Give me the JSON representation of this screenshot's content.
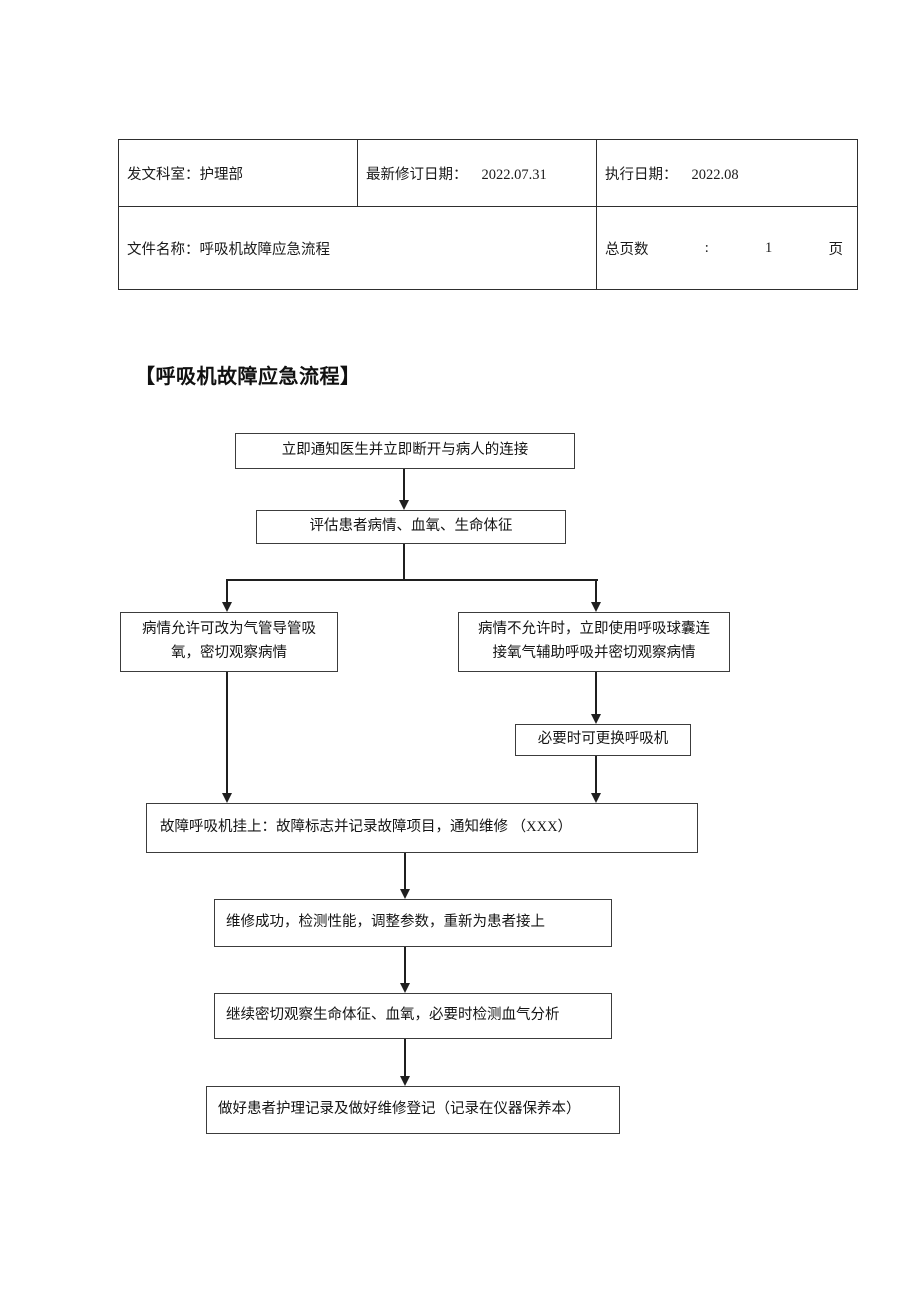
{
  "colors": {
    "background": "#ffffff",
    "ink": "#1a1a1a",
    "box_border": "#3c3c3c"
  },
  "header_table": {
    "issuing_dept_label": "发文科室：",
    "issuing_dept_value": "护理部",
    "revision_date_label": "最新修订日期：",
    "revision_date_value": "2022.07.31",
    "effective_date_label": "执行日期：",
    "effective_date_value": "2022.08",
    "file_name_label": "文件名称：",
    "file_name_value": "呼吸机故障应急流程",
    "total_pages_label": "总页数",
    "total_pages_colon": ":",
    "total_pages_value": "1",
    "total_pages_unit": "页"
  },
  "section_title": "【呼吸机故障应急流程】",
  "flowchart": {
    "nodes": {
      "notify": "立即通知医生并立即断开与病人的连接",
      "assess": "评估患者病情、血氧、生命体征",
      "allow": "病情允许可改为气管导管吸\n氧，密切观察病情",
      "disallow": "病情不允许时，立即使用呼吸球囊连\n接氧气辅助呼吸并密切观察病情",
      "replace": "必要时可更换呼吸机",
      "tag": "故障呼吸机挂上：故障标志并记录故障项目，通知维修 （XXX）",
      "repair": "维修成功，检测性能，调整参数，重新为患者接上",
      "observe": "继续密切观察生命体征、血氧，必要时检测血气分析",
      "record": "做好患者护理记录及做好维修登记（记录在仪器保养本）"
    }
  }
}
